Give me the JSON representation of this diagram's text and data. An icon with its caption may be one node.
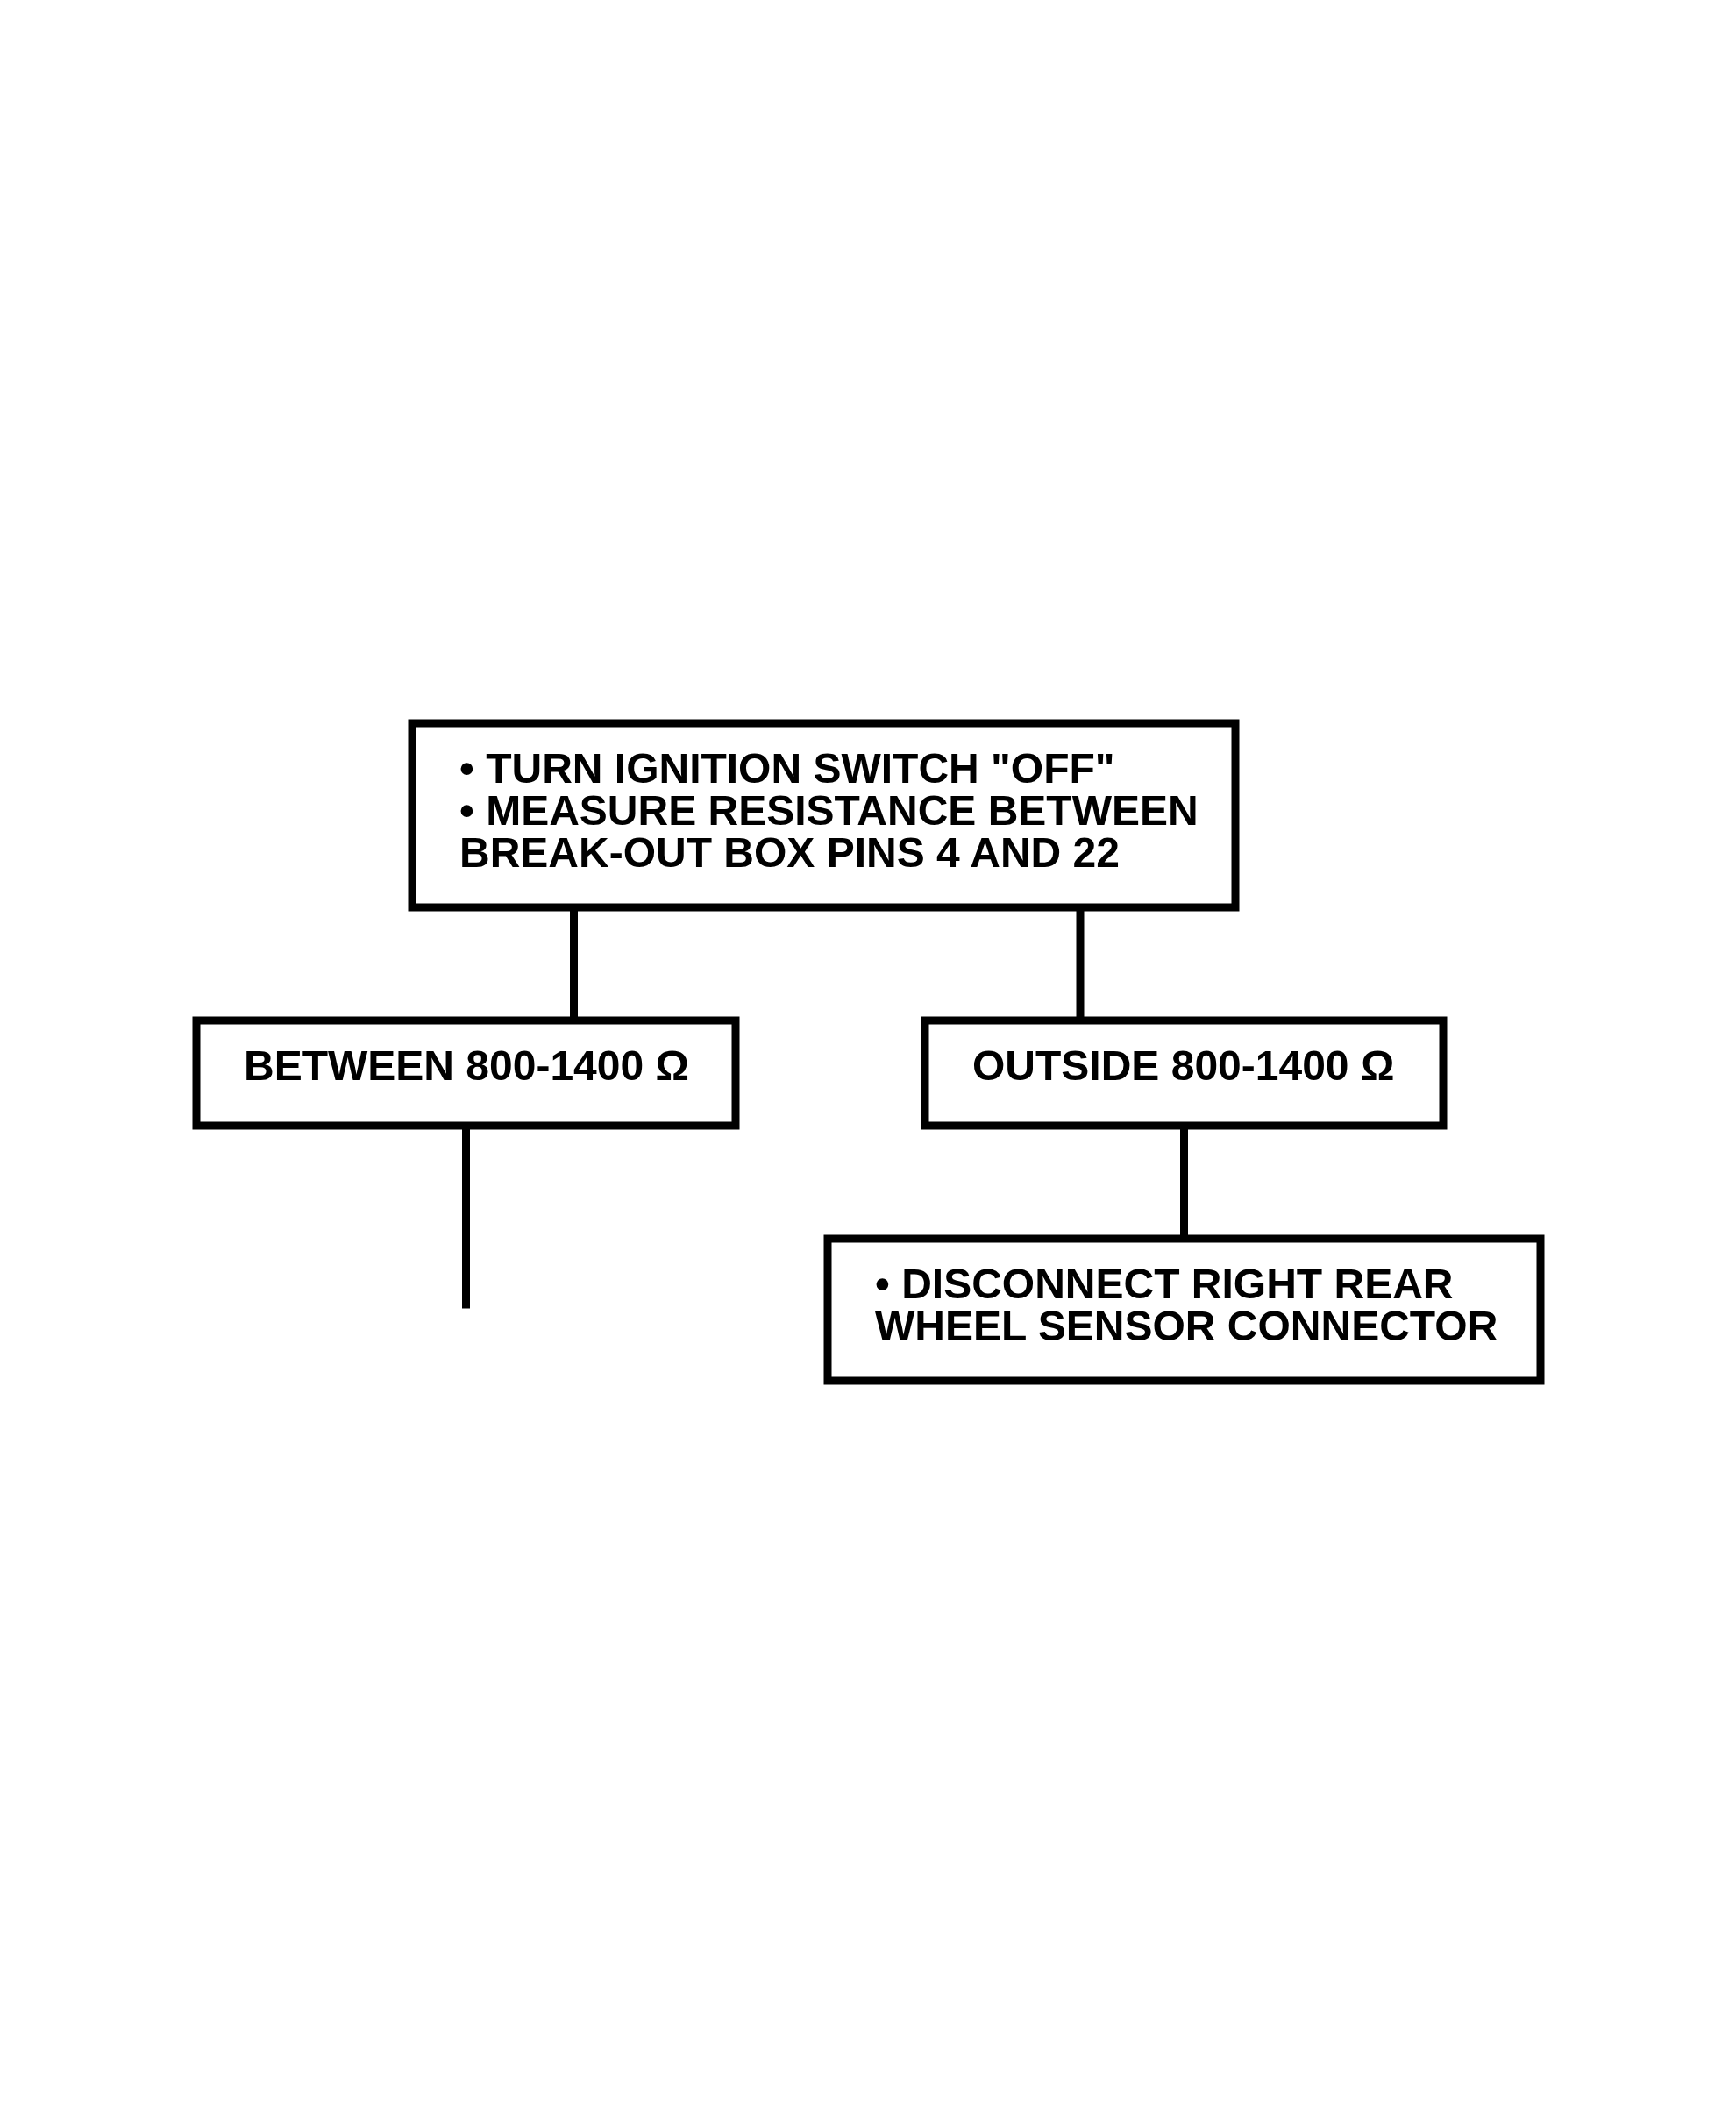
{
  "diagram": {
    "nodes": [
      {
        "text": [
          "• TURN IGNITION SWITCH \"OFF\"",
          "• MEASURE RESISTANCE BETWEEN BREAK-OUT BOX PINS 4 AND 22"
        ]
      },
      {
        "text": [
          "BETWEEN 800-1400 Ω"
        ]
      },
      {
        "text": [
          "OUTSIDE 800-1400 Ω"
        ]
      },
      {
        "text": [
          "• DISCONNECT RIGHT REAR WHEEL SENSOR CONNECTOR"
        ]
      }
    ],
    "edges": [
      {
        "from": 0,
        "to": 1,
        "arrow": "none"
      },
      {
        "from": 0,
        "to": 2,
        "arrow": "none"
      },
      {
        "from": 2,
        "to": 3,
        "arrow": "none"
      },
      {
        "from": 1,
        "to": null,
        "arrow": "none"
      }
    ]
  }
}
